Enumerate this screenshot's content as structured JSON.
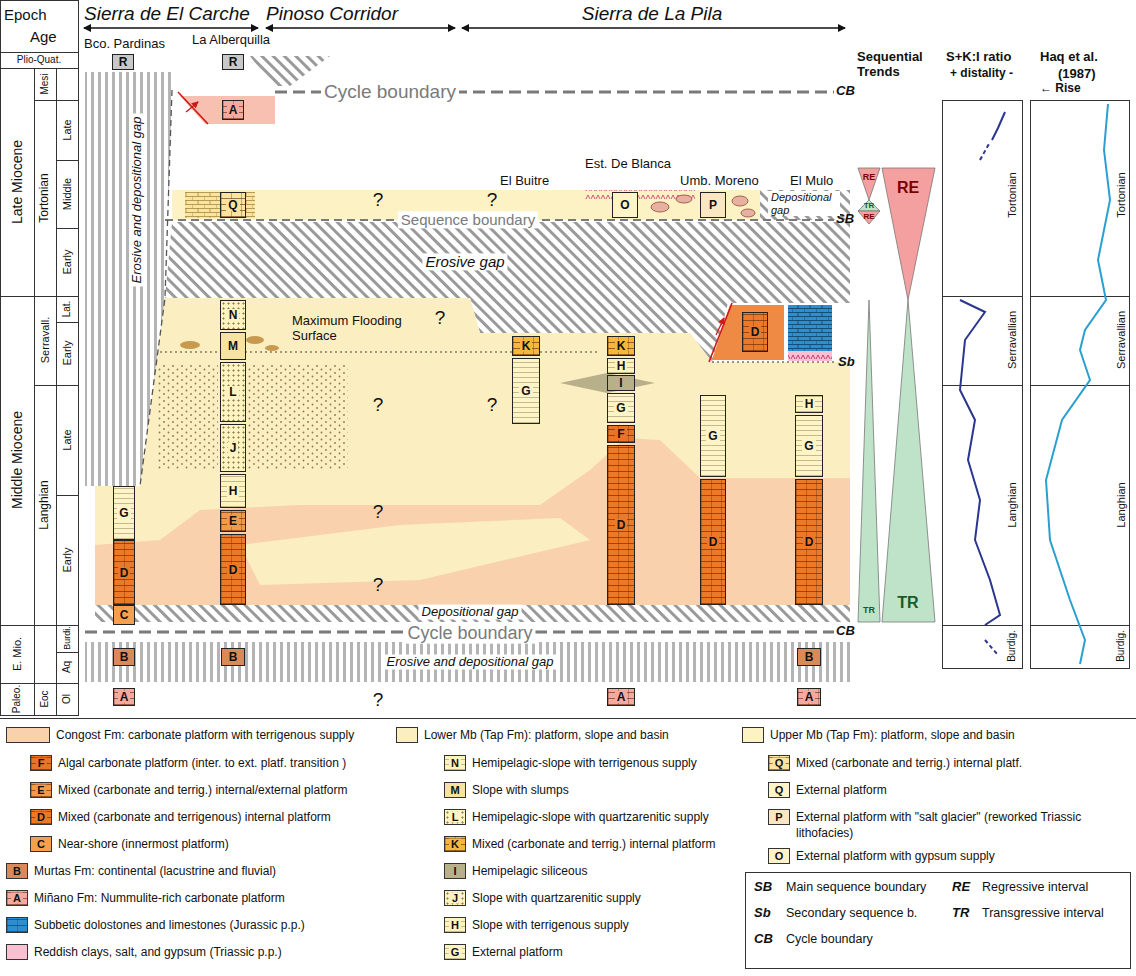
{
  "diagram": {
    "nodes": [
      {
        "text": [
          "R"
        ]
      },
      {
        "text": [
          "G"
        ]
      },
      {
        "text": [
          "D"
        ]
      },
      {
        "text": [
          "C"
        ]
      },
      {
        "text": [
          "B"
        ]
      },
      {
        "text": [
          "A"
        ]
      },
      {
        "text": [
          "R"
        ]
      },
      {
        "text": [
          "A"
        ]
      },
      {
        "text": [
          "Q"
        ]
      },
      {
        "text": [
          "N"
        ]
      },
      {
        "text": [
          "M"
        ]
      },
      {
        "text": [
          "L"
        ]
      },
      {
        "text": [
          "J"
        ]
      },
      {
        "text": [
          "H"
        ]
      },
      {
        "text": [
          "E"
        ]
      },
      {
        "text": [
          "D"
        ]
      },
      {
        "text": [
          "B"
        ]
      },
      {
        "text": [
          "K"
        ]
      },
      {
        "text": [
          "G"
        ]
      },
      {
        "text": [
          "O"
        ]
      },
      {
        "text": [
          "K"
        ]
      },
      {
        "text": [
          "H"
        ]
      },
      {
        "text": [
          "I"
        ]
      },
      {
        "text": [
          "G"
        ]
      },
      {
        "text": [
          "F"
        ]
      },
      {
        "text": [
          "D"
        ]
      },
      {
        "text": [
          "A"
        ]
      },
      {
        "text": [
          "P"
        ]
      },
      {
        "text": [
          "G"
        ]
      },
      {
        "text": [
          "D"
        ]
      },
      {
        "text": [
          "D"
        ]
      },
      {
        "text": [
          "H"
        ]
      },
      {
        "text": [
          "G"
        ]
      },
      {
        "text": [
          "D"
        ]
      },
      {
        "text": [
          "B"
        ]
      },
      {
        "text": [
          "A"
        ]
      }
    ],
    "labels": [
      "Epoch",
      "Age",
      "Sierra de El Carche",
      "Pinoso Corridor",
      "Sierra de La Pila",
      "Bco. Pardinas",
      "La Alberquilla",
      "Plio-Quat.",
      "Mesi",
      "Late",
      "Tortonian",
      "Middle",
      "Early",
      "Late Miocene",
      "Serravall.",
      "Lat.",
      "Early",
      "Late",
      "Langhian",
      "Early",
      "Middle Miocene",
      "Burdi.",
      "Aq",
      "E. Mio.",
      "Ol",
      "Eoc",
      "Paleo.",
      "Cycle boundary",
      "CB",
      "El Buitre",
      "Est. De Blanca",
      "Umb. Moreno",
      "El Mulo",
      "?",
      "?",
      "?",
      "?",
      "?",
      "?",
      "?",
      "?",
      "Sequence boundary",
      "SB",
      "Erosive gap",
      "Erosive and depositional gap",
      "Depositional gap",
      "Maximum Flooding Surface",
      "Sb",
      "Depositional gap",
      "Cycle boundary",
      "CB",
      "Erosive and depositional gap",
      "Sequential Trends",
      "RE",
      "TR",
      "RE",
      "RE",
      "TR",
      "TR",
      "S+K:I ratio",
      "+ distality -",
      "Tortonian",
      "Serravallian",
      "Langhian",
      "Burdig.",
      "Haq et al.",
      "(1987)",
      "← Rise",
      "Tortonian",
      "Serravallian",
      "Langhian",
      "Burdig.",
      "F",
      "E",
      "D",
      "C",
      "B",
      "A",
      "N",
      "M",
      "L",
      "K",
      "I",
      "J",
      "H",
      "G",
      "Q",
      "Q",
      "P",
      "O",
      "SB",
      "Main sequence boundary",
      "RE",
      "Regressive interval",
      "Sb",
      "Secondary sequence b.",
      "TR",
      "Transgressive interval",
      "CB",
      "Cycle boundary"
    ],
    "legend": [
      {
        "text": "Congost Fm: carbonate platform with terrigenous supply",
        "color": "#f9d2ad"
      },
      {
        "text": "Algal carbonate platform (inter. to ext. platf. transition )",
        "color": "#e8732b"
      },
      {
        "text": "Mixed (carbonate and terrig.) internal/external platform",
        "color": "#f39a4a"
      },
      {
        "text": "Mixed (carbonate and terrigenous) internal platform",
        "color": "#ea7a2a"
      },
      {
        "text": "Near-shore (innermost platform)",
        "color": "#f5a050"
      },
      {
        "text": "Murtas Fm: continental (lacustrine and fluvial)",
        "color": "#d98a5a"
      },
      {
        "text": "Miñano Fm: Nummulite-rich carbonate platform",
        "color": "#f4aaa0"
      },
      {
        "text": "Subbetic dolostones and limestones (Jurassic p.p.)",
        "color": "#2e8fd0"
      },
      {
        "text": "Reddish clays, salt, and gypsum (Triassic p.p.)",
        "color": "#f9c0d2"
      },
      {
        "text": "Lower Mb (Tap Fm): platform, slope and basin",
        "color": "#fbeec0"
      },
      {
        "text": "Hemipelagic-slope with terrigenous supply",
        "color": "#fff3c0"
      },
      {
        "text": "Slope with slumps",
        "color": "#f7e3a0"
      },
      {
        "text": "Hemipelagic-slope with quartzarenitic supply",
        "color": "#fff3c0"
      },
      {
        "text": "Mixed (carbonate and terrig.) internal platform",
        "color": "#f5b73c"
      },
      {
        "text": "Hemipelagic siliceous",
        "color": "#b8b08a"
      },
      {
        "text": "Slope with quartzarenitic supply",
        "color": "#fff3c0"
      },
      {
        "text": "Slope with terrigenous supply",
        "color": "#fff3c0"
      },
      {
        "text": "External platform",
        "color": "#fff4c6"
      },
      {
        "text": "Upper Mb (Tap Fm): platform, slope and basin",
        "color": "#fdf2c4"
      },
      {
        "text": "Mixed (carbonate and terrig.) internal platf.",
        "color": "#fbe3a0"
      },
      {
        "text": "External platform",
        "color": "#fff3c8"
      },
      {
        "text": "External platform with \"salt glacier\" (reworked Triassic lithofacies)",
        "color": "#fbe6c4"
      },
      {
        "text": "External platform with gypsum supply",
        "color": "#fff3c8"
      }
    ]
  }
}
